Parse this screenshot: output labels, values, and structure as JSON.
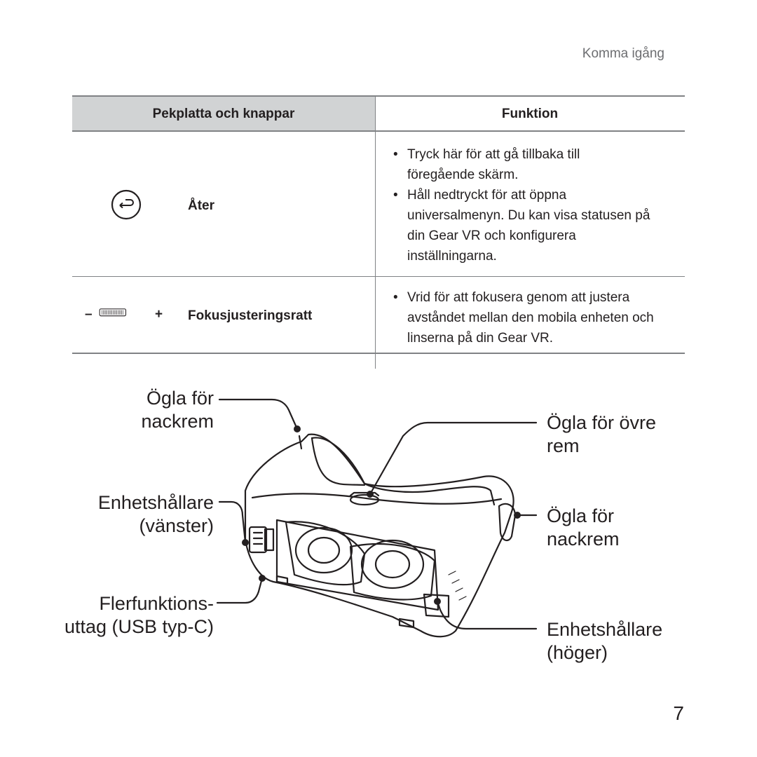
{
  "page": {
    "section_header": "Komma igång",
    "page_number": "7"
  },
  "table": {
    "headers": [
      "Pekplatta och knappar",
      "Funktion"
    ],
    "rows": [
      {
        "name": "Åter",
        "icon": "back-icon",
        "bullets": [
          "Tryck här för att gå tillbaka till föregående skärm.",
          "Håll nedtryckt för att öppna universalmenyn. Du kan visa statusen på din Gear VR och konfigurera inställningarna."
        ]
      },
      {
        "name": "Fokusjusteringsratt",
        "icon": "focus-wheel-icon",
        "minus": "–",
        "plus": "+",
        "bullets": [
          "Vrid för att fokusera genom att justera avståndet mellan den mobila enheten och linserna på din Gear VR."
        ]
      }
    ]
  },
  "figure": {
    "labels": {
      "left_strap_loop": [
        "Ögla för",
        "nackrem"
      ],
      "device_holder_left": [
        "Enhetshållare",
        "(vänster)"
      ],
      "usb_port": [
        "Flerfunktions-",
        "uttag (USB typ-C)"
      ],
      "top_strap_loop": [
        "Ögla för övre",
        "rem"
      ],
      "right_strap_loop": [
        "Ögla för",
        "nackrem"
      ],
      "device_holder_right": [
        "Enhetshållare",
        "(höger)"
      ]
    }
  }
}
